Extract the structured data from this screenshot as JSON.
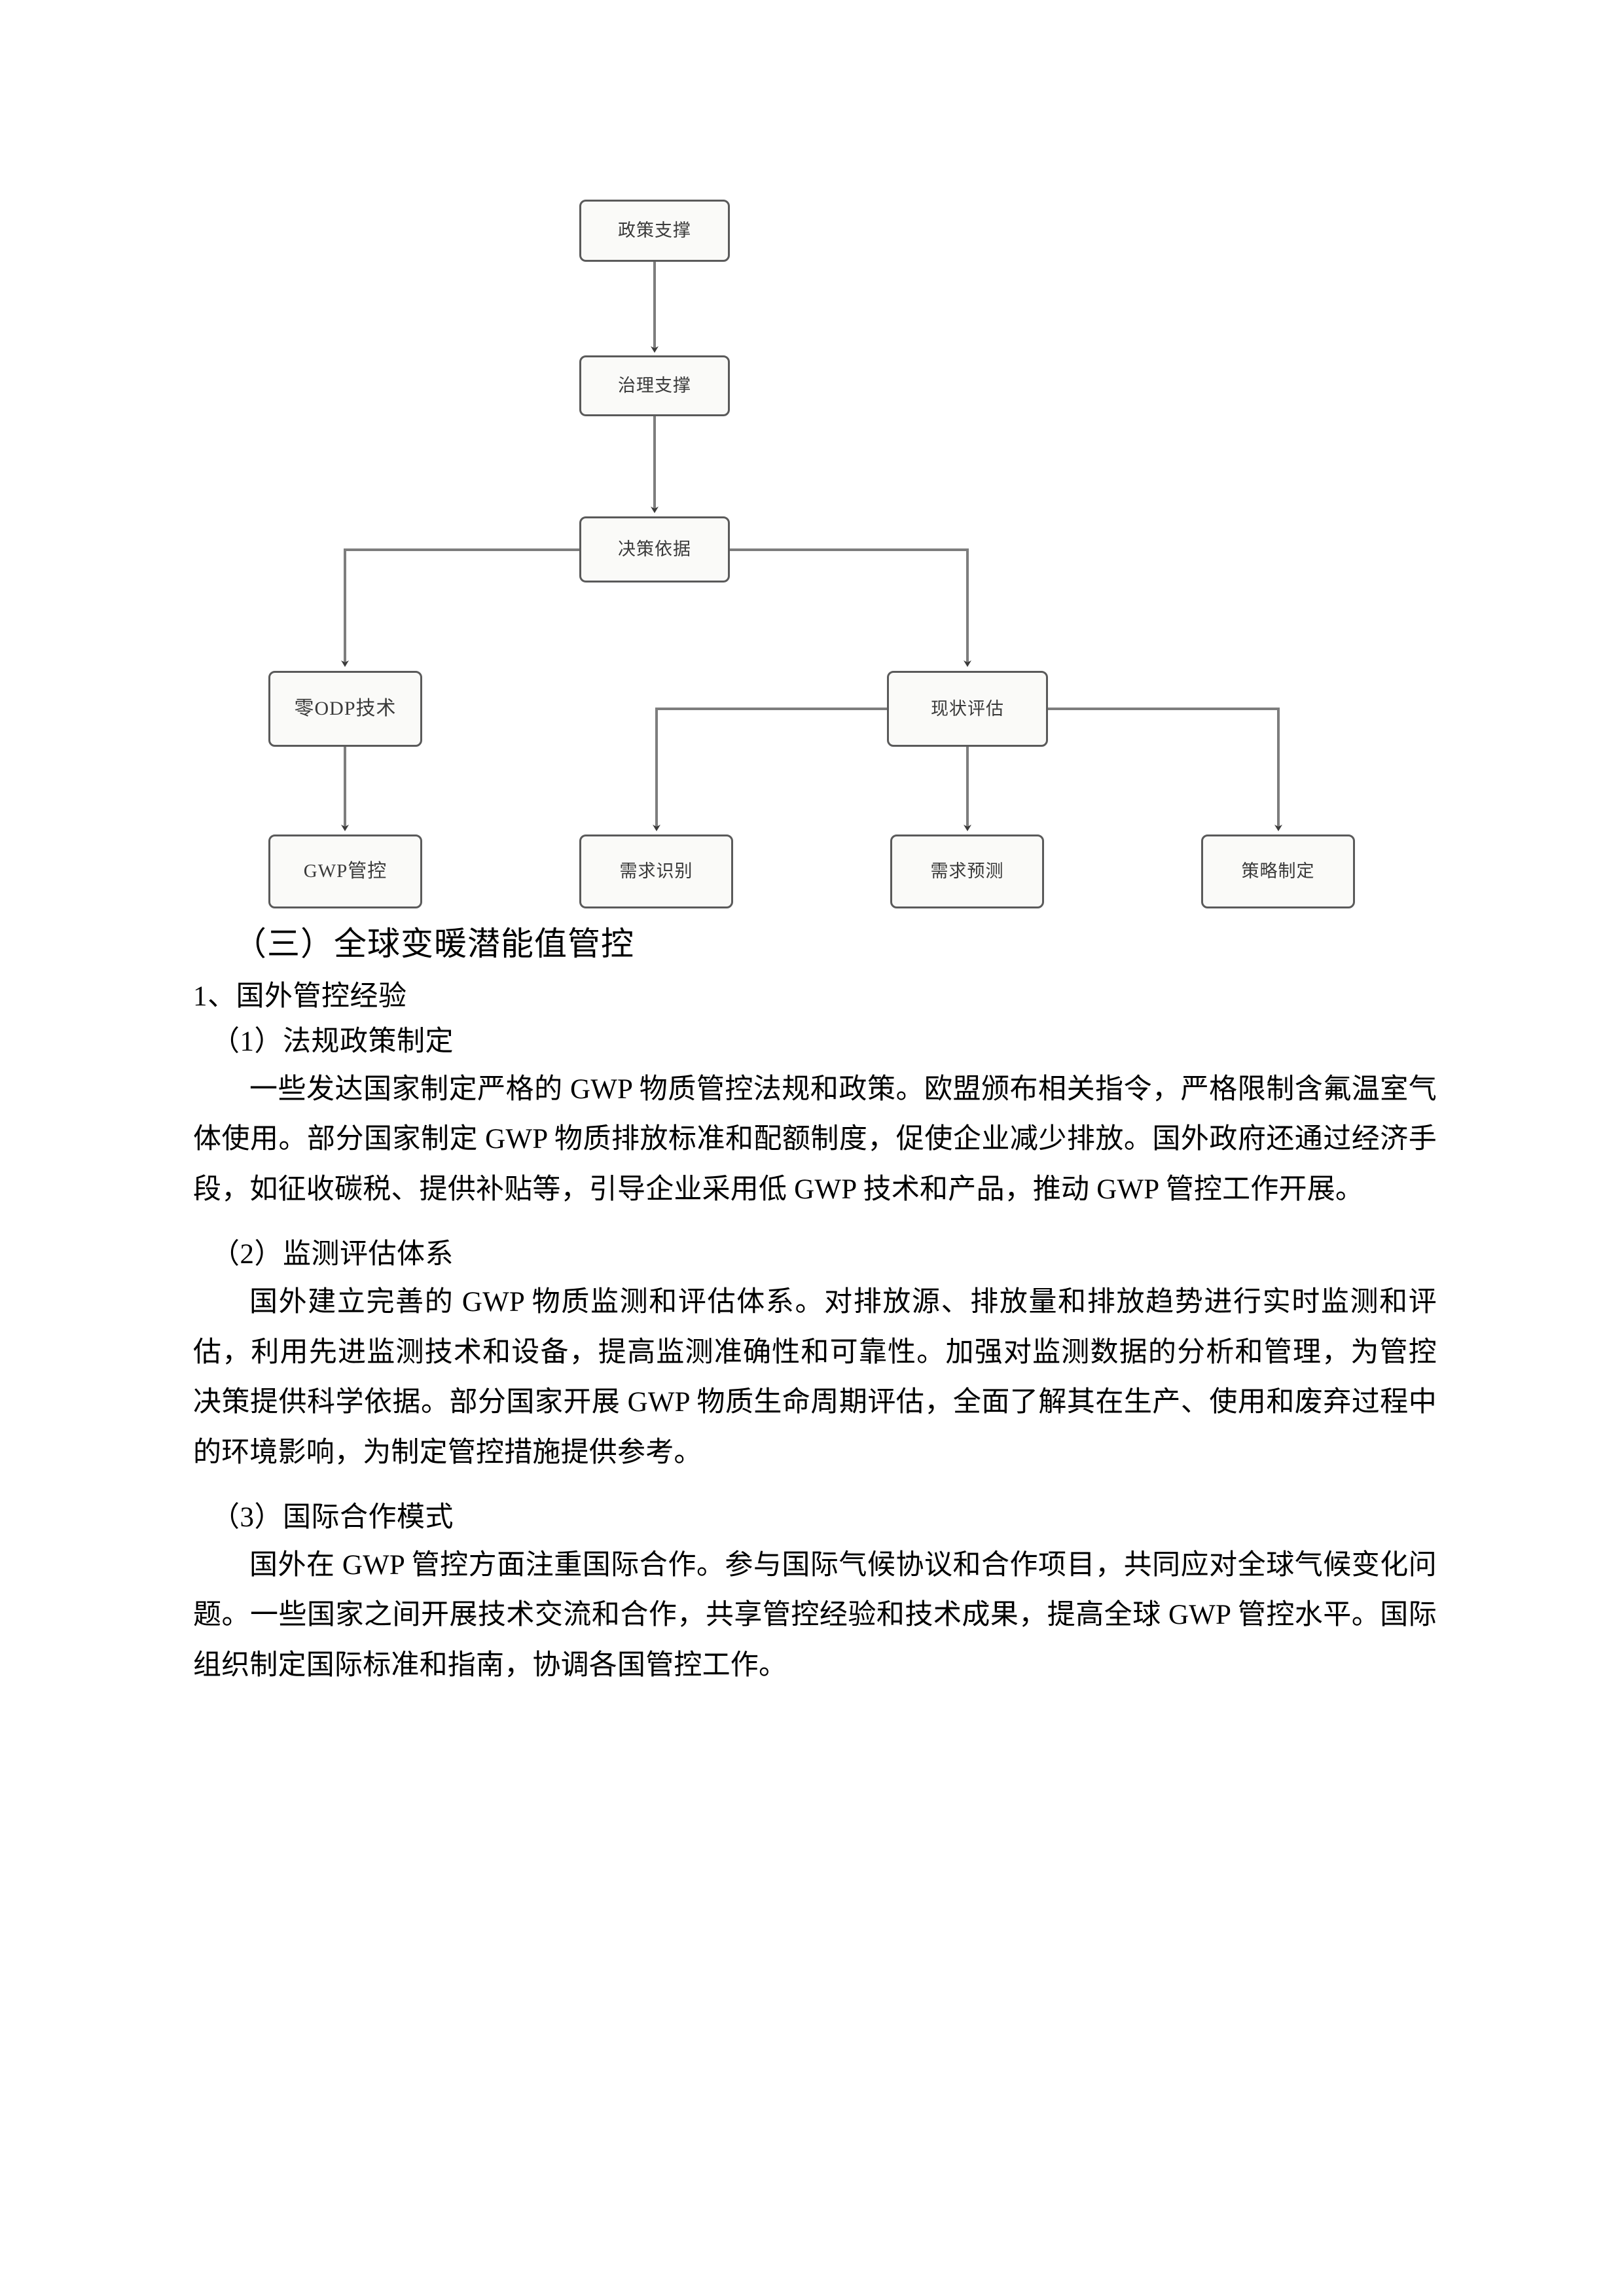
{
  "diagram": {
    "nodes": [
      {
        "id": "policy-support",
        "label": "政策支撑"
      },
      {
        "id": "governance-support",
        "label": "治理支撑"
      },
      {
        "id": "decision-basis",
        "label": "决策依据"
      },
      {
        "id": "zero-odp-tech",
        "label": "零ODP技术"
      },
      {
        "id": "status-assessment",
        "label": "现状评估"
      },
      {
        "id": "gwp-control",
        "label": "GWP管控"
      },
      {
        "id": "demand-identify",
        "label": "需求识别"
      },
      {
        "id": "demand-forecast",
        "label": "需求预测"
      },
      {
        "id": "strategy-making",
        "label": "策略制定"
      }
    ],
    "colors": {
      "node_fill": "#fafaf8",
      "node_border": "#5a5a5a",
      "connector": "#7d7d7d",
      "text": "#3a3a3a"
    }
  },
  "content": {
    "section_title": "（三）全球变暖潜能值管控",
    "subsection_title": "1、国外管控经验",
    "items": [
      {
        "title": "（1）法规政策制定",
        "body": "一些发达国家制定严格的 GWP 物质管控法规和政策。欧盟颁布相关指令，严格限制含氟温室气体使用。部分国家制定 GWP 物质排放标准和配额制度，促使企业减少排放。国外政府还通过经济手段，如征收碳税、提供补贴等，引导企业采用低 GWP 技术和产品，推动 GWP 管控工作开展。"
      },
      {
        "title": "（2）监测评估体系",
        "body": "国外建立完善的 GWP 物质监测和评估体系。对排放源、排放量和排放趋势进行实时监测和评估，利用先进监测技术和设备，提高监测准确性和可靠性。加强对监测数据的分析和管理，为管控决策提供科学依据。部分国家开展 GWP 物质生命周期评估，全面了解其在生产、使用和废弃过程中的环境影响，为制定管控措施提供参考。"
      },
      {
        "title": "（3）国际合作模式",
        "body": "国外在 GWP 管控方面注重国际合作。参与国际气候协议和合作项目，共同应对全球气候变化问题。一些国家之间开展技术交流和合作，共享管控经验和技术成果，提高全球 GWP 管控水平。国际组织制定国际标准和指南，协调各国管控工作。"
      }
    ]
  }
}
